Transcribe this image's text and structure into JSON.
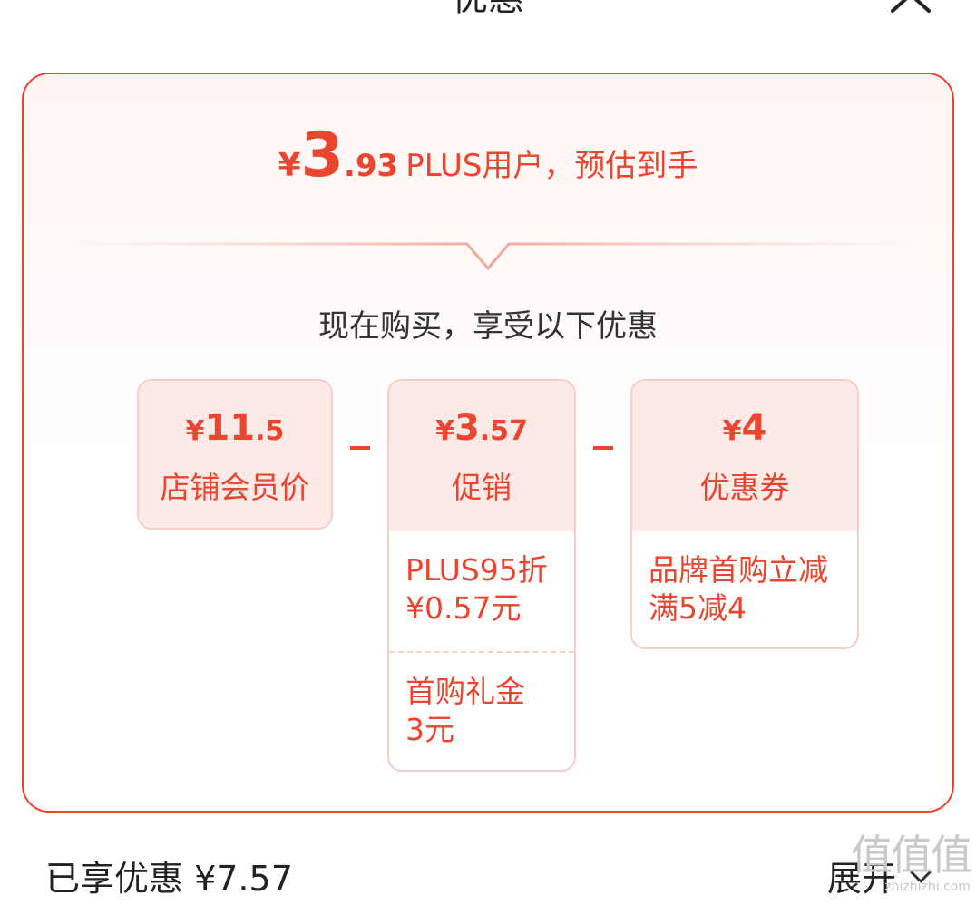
{
  "header": {
    "title": "优惠",
    "close_icon": "close-icon"
  },
  "estimate": {
    "currency": "¥",
    "integer": "3",
    "decimal": ".93",
    "label": "PLUS用户，预估到手"
  },
  "subtitle": "现在购买，享受以下优惠",
  "boxes": {
    "member": {
      "currency": "¥",
      "integer": "11",
      "decimal": ".5",
      "label": "店铺会员价"
    },
    "promo": {
      "currency": "¥",
      "integer": "3",
      "decimal": ".57",
      "label": "促销",
      "details": [
        {
          "line1": "PLUS95折",
          "line2": "¥0.57元"
        },
        {
          "line1": "首购礼金",
          "line2": "3元"
        }
      ]
    },
    "coupon": {
      "currency": "¥",
      "integer": "4",
      "decimal": "",
      "label": "优惠券",
      "details": [
        {
          "line1": "品牌首购立减",
          "line2": "满5减4"
        }
      ]
    }
  },
  "operators": [
    "-",
    "-"
  ],
  "footer": {
    "enjoyed": "已享优惠 ¥7.57",
    "expand": "展开",
    "expand_icon": "chevron-down-icon"
  },
  "watermark": {
    "big": "值值值",
    "small": "zhizhizhi.com"
  },
  "colors": {
    "accent": "#e9452f",
    "box_border": "#f6cfc9",
    "box_head_bg": "#fde9e5"
  }
}
